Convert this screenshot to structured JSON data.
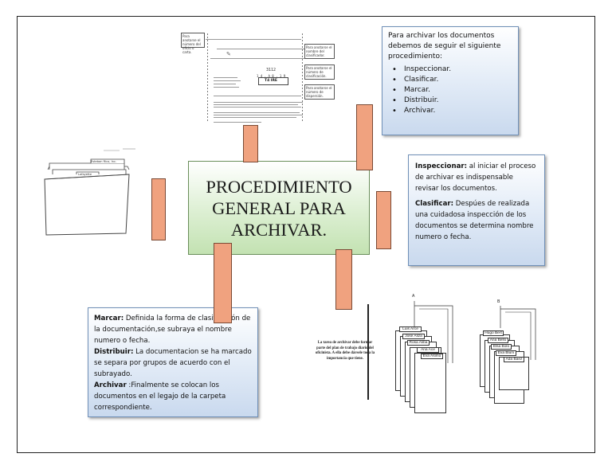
{
  "center": {
    "title": "PROCEDIMIENTO\nGENERAL PARA\nARCHIVAR."
  },
  "steps_box": {
    "intro": "Para archivar los documentos debemos de seguir el siguiente procedimiento:",
    "steps": [
      "Inspeccionar.",
      "Clasificar.",
      "Marcar.",
      "Distribuir.",
      "Archivar."
    ]
  },
  "detail_box_right": {
    "inspeccionar_label": "Inspeccionar:",
    "inspeccionar_text": " al iniciar el proceso de archivar es indispensable revisar los documentos.",
    "clasificar_label": "Clasificar:",
    "clasificar_text": " Despúes de realizada una cuidadosa inspección de los documentos se determina nombre numero o fecha."
  },
  "detail_box_left": {
    "marcar_label": "Marcar:",
    "marcar_text": " Definida la forma de clasificación de la documentación,se subraya el nombre numero o fecha.",
    "distribuir_label": "Distribuir:",
    "distribuir_text": " La documentacion se ha marcado se separa por grupos de acuerdo con el subrayado.",
    "archivar_label": "Archivar",
    "archivar_text": " :Finalmente se colocan los documentos en el legajo de la carpeta correspondiente."
  },
  "document_image": {
    "tags_left": [
      "Para anotarse el número del oficio o carta."
    ],
    "tags_right": [
      "Para anotarse el nombre del clasificador.",
      "Para anotarse el número de clasificación.",
      "Para anotarse el número de dispersión."
    ],
    "code": "3112",
    "digits": "1 4 . A 8 . 1 9",
    "mark": "T4 IRE"
  },
  "folder_image": {
    "tab_label": "Esteban Rico, Inc.",
    "inner_label": "Lafayette"
  },
  "sorting_image": {
    "caption": "La tarea de archivar debe formar parte del plan de trabajo diario del oficinista. A ella debe dársele toda la importancia que tiene.",
    "group_a_label": "A",
    "group_b_label": "B",
    "group_a_cards": [
      "Luis Arce",
      "José Aliza",
      "Rosa Aliba",
      "Ana Ace",
      "Eva Asimo"
    ],
    "group_b_cards": [
      "Hugo Bert",
      "Ana Bello",
      "Elsa Bolo",
      "Eva Blum",
      "Ada Baez"
    ]
  },
  "colors": {
    "connector": "#f0a27f",
    "center_fill": "#c3e2b2",
    "box_fill": "#c9d9ee",
    "box_border": "#6f8fb7"
  }
}
